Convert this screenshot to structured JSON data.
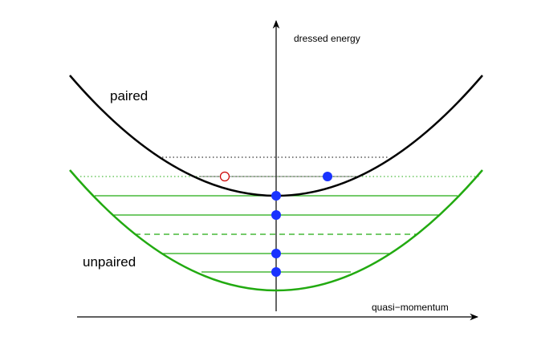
{
  "labels": {
    "y_axis": "dressed energy",
    "x_axis": "quasi−momentum",
    "upper_band": "paired",
    "lower_band": "unpaired"
  },
  "colors": {
    "paired": "#000000",
    "unpaired": "#22aa11",
    "particle": "#1a33ff",
    "hole_outline": "#cc0000",
    "axis": "#000000"
  },
  "levels": {
    "unpaired_solid_count": 4,
    "unpaired_dashed_count": 1,
    "paired_dotted_count": 1,
    "particles_on_axis": 4,
    "particles_off_axis": 1,
    "holes": 1
  }
}
